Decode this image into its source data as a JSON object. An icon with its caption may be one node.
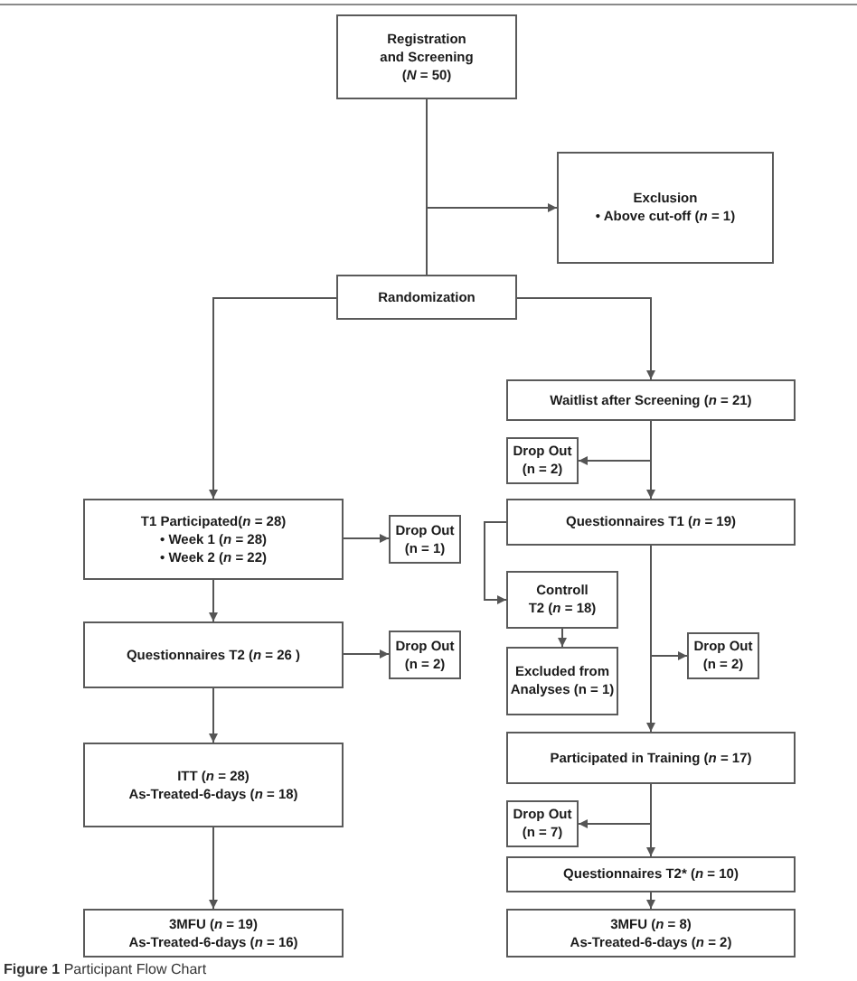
{
  "diagram": {
    "caption": "**Figure 1** Participant Flow Chart",
    "nodes": [
      {
        "text": [
          "Registration and Screening",
          "(*N* = 50)"
        ]
      },
      {
        "text": [
          "Exclusion",
          "• Above cut-off (*n* = 1)"
        ]
      },
      {
        "text": [
          "Randomization"
        ]
      },
      {
        "text": [
          "Waitlist after Screening (*n* = 21)"
        ]
      },
      {
        "text": [
          "Drop Out (n = 2)"
        ]
      },
      {
        "text": [
          "T1 Participated(*n* = 28)",
          "• Week 1 (*n* = 28)",
          "• Week 2 (*n* = 22)"
        ]
      },
      {
        "text": [
          "Drop Out (n = 1)"
        ]
      },
      {
        "text": [
          "Questionnaires T1 (*n* = 19)"
        ]
      },
      {
        "text": [
          "Questionnaires T2 (*n* = 26 )"
        ]
      },
      {
        "text": [
          "Drop Out (n = 2)"
        ]
      },
      {
        "text": [
          "Controll T2 (*n* = 18)"
        ]
      },
      {
        "text": [
          "Excluded from Analyses (n = 1)"
        ]
      },
      {
        "text": [
          "Drop Out (n = 2)"
        ]
      },
      {
        "text": [
          "ITT (*n* = 28)",
          "As-Treated-6-days (*n* = 18)"
        ]
      },
      {
        "text": [
          "Participated in Training (*n* = 17)"
        ]
      },
      {
        "text": [
          "Drop Out (n = 7)"
        ]
      },
      {
        "text": [
          "Questionnaires T2* (*n* = 10)"
        ]
      },
      {
        "text": [
          "3MFU (*n* = 19)",
          "As-Treated-6-days (*n* = 16)"
        ]
      },
      {
        "text": [
          "3MFU (*n* = 8)",
          "As-Treated-6-days (*n* = 2)"
        ]
      }
    ],
    "edges": [
      {
        "from": 0,
        "to": 2,
        "arrow": "none"
      },
      {
        "from": 0,
        "to": 1,
        "arrow": "to"
      },
      {
        "from": 2,
        "to": 5,
        "arrow": "to"
      },
      {
        "from": 2,
        "to": 3,
        "arrow": "to"
      },
      {
        "from": 3,
        "to": 4,
        "arrow": "to"
      },
      {
        "from": 3,
        "to": 7,
        "arrow": "to"
      },
      {
        "from": 5,
        "to": 6,
        "arrow": "to"
      },
      {
        "from": 5,
        "to": 8,
        "arrow": "to"
      },
      {
        "from": 8,
        "to": 9,
        "arrow": "to"
      },
      {
        "from": 8,
        "to": 13,
        "arrow": "to"
      },
      {
        "from": 13,
        "to": 17,
        "arrow": "to"
      },
      {
        "from": 7,
        "to": 10,
        "arrow": "to"
      },
      {
        "from": 10,
        "to": 11,
        "arrow": "to"
      },
      {
        "from": 7,
        "to": 12,
        "arrow": "to"
      },
      {
        "from": 7,
        "to": 14,
        "arrow": "to"
      },
      {
        "from": 14,
        "to": 15,
        "arrow": "to"
      },
      {
        "from": 14,
        "to": 16,
        "arrow": "to"
      },
      {
        "from": 16,
        "to": 18,
        "arrow": "to"
      }
    ]
  }
}
